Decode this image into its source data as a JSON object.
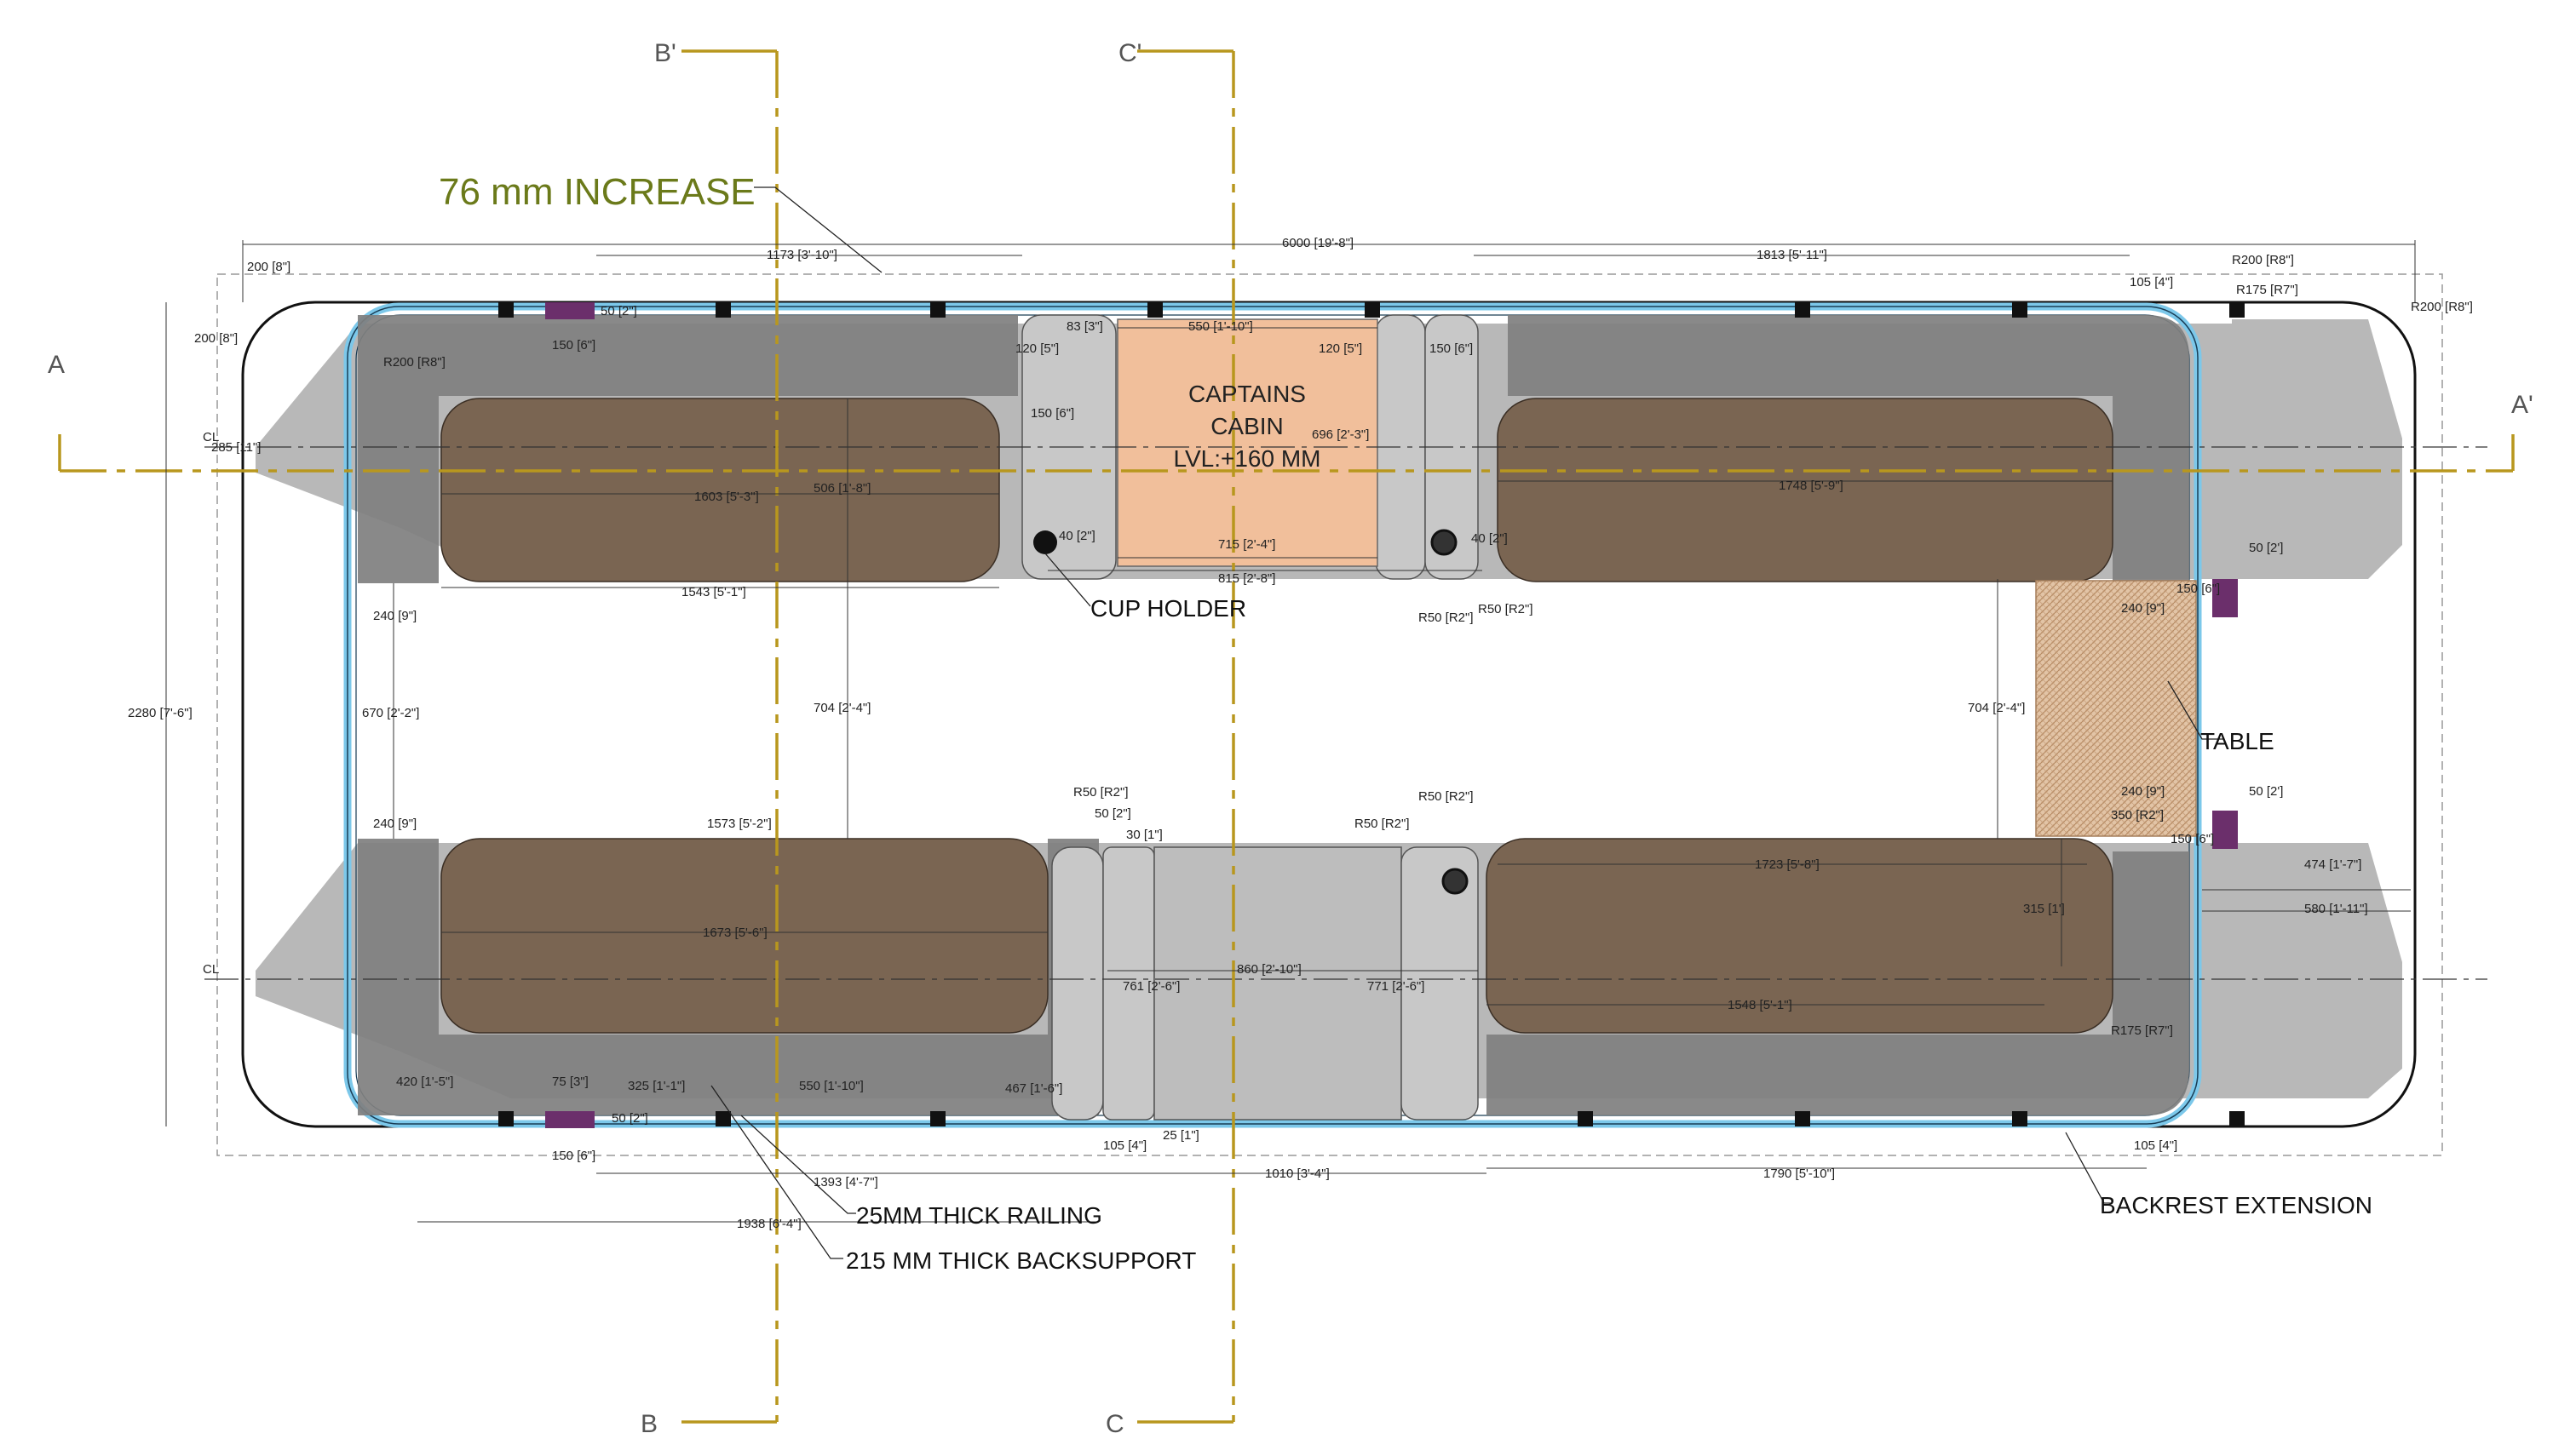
{
  "annotations": {
    "increase": "76 mm INCREASE",
    "captains_cabin": [
      "CAPTAINS",
      "CABIN",
      "LVL:+160 MM"
    ],
    "cup_holder": "CUP HOLDER",
    "table": "TABLE",
    "railing": "25MM THICK RAILING",
    "backsupport": "215 MM THICK BACKSUPPORT",
    "backrest": "BACKREST EXTENSION"
  },
  "sections": {
    "b_top": "B'",
    "c_top": "C'",
    "b_bottom": "B",
    "c_bottom": "C",
    "a_left": "A",
    "a_right": "A'"
  },
  "centerline": "CL",
  "dimensions": {
    "overall_length": "6000 [19'-8\"]",
    "overall_width": "2280 [7'-6\"]",
    "d200_top": "200 [8\"]",
    "d200_left": "200 [8\"]",
    "d1173": "1173 [3'-10\"]",
    "d1813": "1813 [5'-11\"]",
    "r200_tr": "R200 [R8\"]",
    "r175_tr": "R175 [R7\"]",
    "r200_far": "R200 [R8\"]",
    "d105_tr": "105 [4\"]",
    "d50_purple": "50 [2\"]",
    "d150_purple": "150 [6\"]",
    "r200_l": "R200 [R8\"]",
    "d285": "285 [11\"]",
    "d83": "83 [3\"]",
    "d550_top": "550 [1'-10\"]",
    "d120_l": "120 [5\"]",
    "d120_r": "120 [5\"]",
    "d150_r": "150 [6\"]",
    "d150_l": "150 [6\"]",
    "d696": "696 [2'-3\"]",
    "d1603": "1603 [5'-3\"]",
    "d506": "506 [1'-8\"]",
    "d1748": "1748 [5'-9\"]",
    "d40_l": "40 [2\"]",
    "d40_r": "40 [2\"]",
    "d715": "715 [2'-4\"]",
    "d815": "815 [2'-8\"]",
    "d1543": "1543 [5'-1\"]",
    "r50_a": "R50 [R2\"]",
    "r50_b": "R50 [R2\"]",
    "d240_ul": "240 [9\"]",
    "d670": "670 [2'-2\"]",
    "d704_l": "704 [2'-4\"]",
    "d704_r": "704 [2'-4\"]",
    "d50_tbl_top": "50 [2']",
    "d150_tbl_top": "150 [6\"]",
    "d240_tbl_top": "240 [9\"]",
    "d240_tbl_bot": "240 [9\"]",
    "d350_tbl": "350 [R2\"]",
    "d50_tbl_bot": "50 [2']",
    "d150_tbl_bot": "150 [6\"]",
    "d474": "474 [1'-7\"]",
    "d580": "580 [1'-11\"]",
    "d240_ll": "240 [9\"]",
    "d1573": "1573 [5'-2\"]",
    "r50_c": "R50 [R2\"]",
    "d50_c": "50 [2\"]",
    "d30": "30 [1\"]",
    "r50_d": "R50 [R2\"]",
    "r50_e": "R50 [R2\"]",
    "d1723": "1723 [5'-8\"]",
    "d315": "315 [1']",
    "d1673": "1673 [5'-6\"]",
    "d860": "860 [2'-10\"]",
    "d761": "761 [2'-6\"]",
    "d771": "771 [2'-6\"]",
    "d1548": "1548 [5'-1\"]",
    "r175_br": "R175 [R7\"]",
    "d420": "420 [1'-5\"]",
    "d75": "75 [3\"]",
    "d325": "325 [1'-1\"]",
    "d550_bot": "550 [1'-10\"]",
    "d467": "467 [1'-6\"]",
    "d50_bot": "50 [2\"]",
    "d150_bot": "150 [6\"]",
    "d105_bl": "105 [4\"]",
    "d25": "25 [1\"]",
    "d1393": "1393 [4'-7\"]",
    "d1010": "1010 [3'-4\"]",
    "d1790": "1790 [5'-10\"]",
    "d105_br": "105 [4\"]",
    "d1938": "1938 [6'-4\"]"
  },
  "colors": {
    "railing": "#7cc8ea",
    "seat": "#7a6552",
    "backsupport": "#7f7f7f",
    "pontoon": "#b4b4b4",
    "cabin": "#f1bf9b",
    "table": "#d8b596",
    "post": "#111111",
    "accent_post": "#6b2f6b",
    "section_line": "#b8971e",
    "increase_text": "#6b7a1a"
  }
}
